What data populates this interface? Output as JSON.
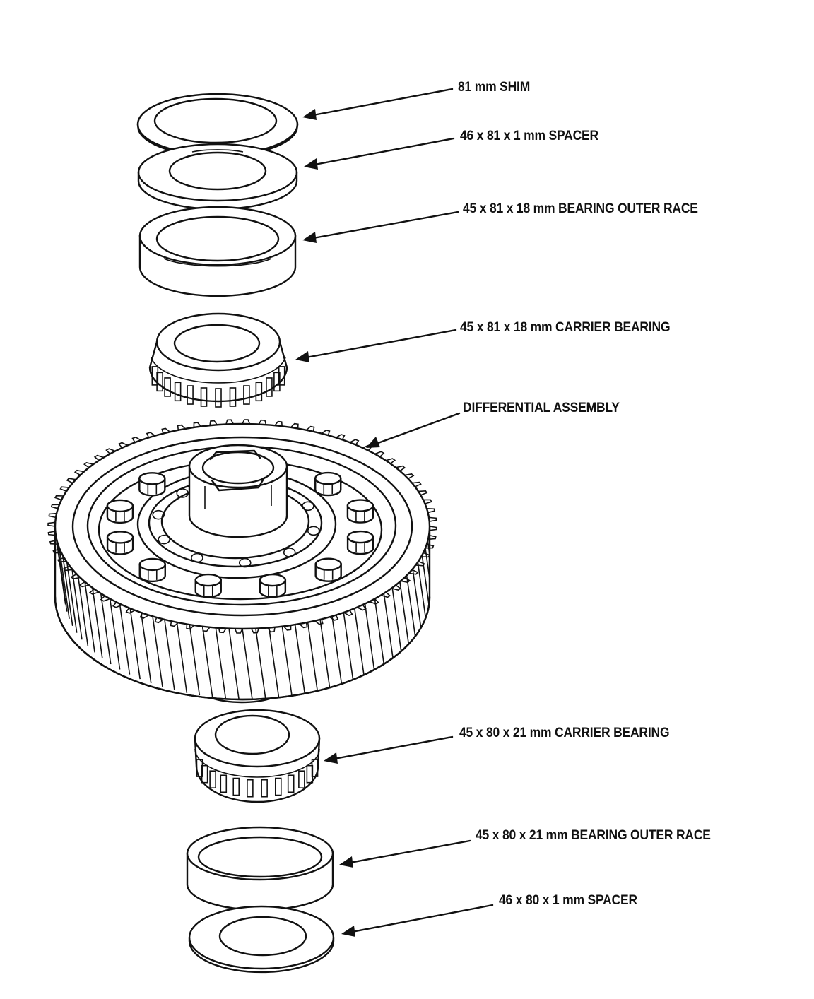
{
  "callouts": {
    "shim_81": "81 mm SHIM",
    "spacer_46x81": "46 x 81 x 1 mm SPACER",
    "outer_race_45x81": "45 x 81 x 18 mm BEARING OUTER RACE",
    "carrier_bearing_45x81": "45 x 81 x 18 mm CARRIER BEARING",
    "differential_assembly": "DIFFERENTIAL ASSEMBLY",
    "carrier_bearing_45x80": "45 x 80 x 21 mm CARRIER BEARING",
    "outer_race_45x80": "45 x 80 x 21 mm BEARING OUTER RACE",
    "spacer_46x80": "46 x 80 x 1 mm SPACER"
  },
  "colors": {
    "ink": "#111111",
    "paper": "#ffffff"
  }
}
